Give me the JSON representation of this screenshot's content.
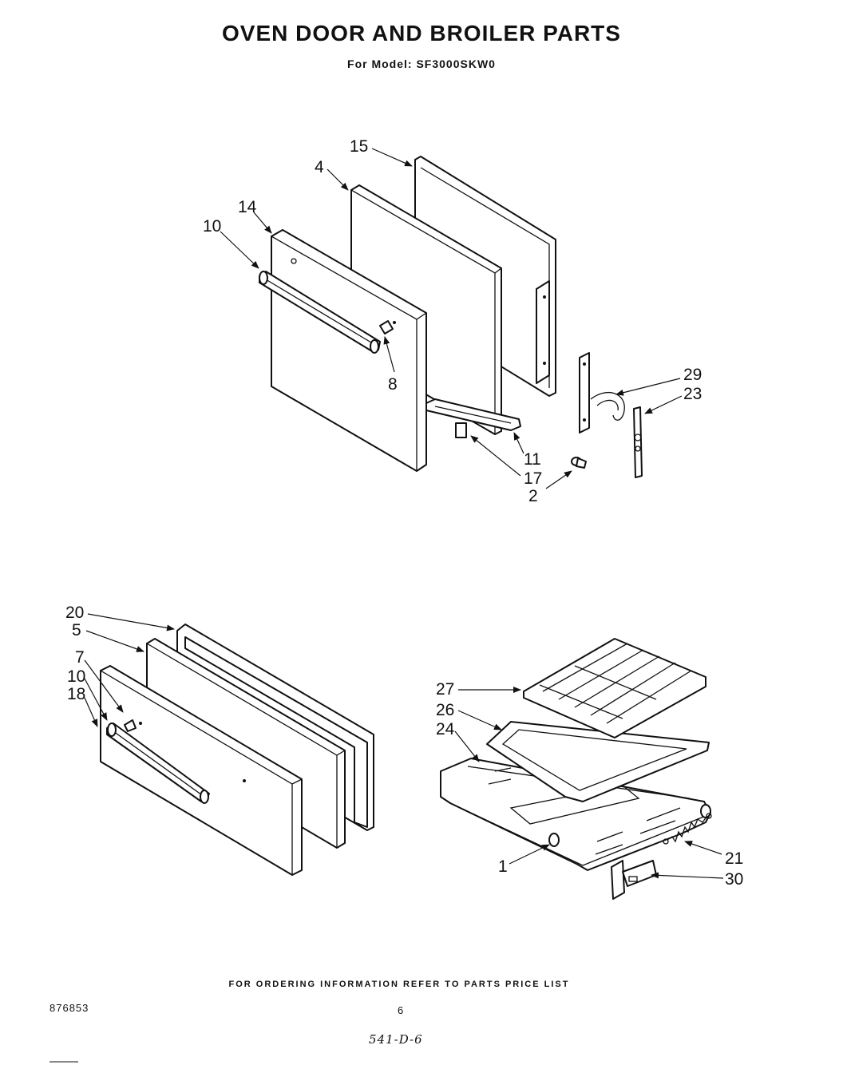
{
  "header": {
    "title": "OVEN DOOR AND BROILER PARTS",
    "subtitle": "For Model: SF3000SKW0"
  },
  "callouts": {
    "c15": "15",
    "c4": "4",
    "c14": "14",
    "c10a": "10",
    "c8": "8",
    "c29": "29",
    "c23": "23",
    "c11": "11",
    "c17": "17",
    "c2": "2",
    "c20": "20",
    "c5": "5",
    "c7": "7",
    "c10b": "10",
    "c18": "18",
    "c27": "27",
    "c26": "26",
    "c24": "24",
    "c1": "1",
    "c21": "21",
    "c30": "30"
  },
  "footer": {
    "ordering_note": "FOR ORDERING INFORMATION REFER TO PARTS PRICE LIST",
    "doc_number": "876853",
    "page_number": "6",
    "handwritten_note": "541-D-6"
  }
}
